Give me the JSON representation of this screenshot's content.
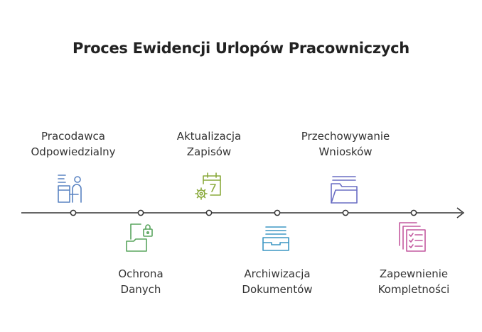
{
  "title": "Proces Ewidencji Urlopów Pracowniczych",
  "steps": [
    {
      "lines": [
        "Pracodawca",
        "Odpowiedzialny"
      ],
      "icon": "desk-worker-icon",
      "color": "#5a83c2"
    },
    {
      "lines": [
        "Ochrona",
        "Danych"
      ],
      "icon": "folder-lock-icon",
      "color": "#5aa55f"
    },
    {
      "lines": [
        "Aktualizacja",
        "Zapisów"
      ],
      "icon": "calendar-gear-icon",
      "color": "#8aaa3c"
    },
    {
      "lines": [
        "Archiwizacja",
        "Dokumentów"
      ],
      "icon": "archive-drawer-icon",
      "color": "#3d97c4"
    },
    {
      "lines": [
        "Przechowywanie",
        "Wniosków"
      ],
      "icon": "open-folder-icon",
      "color": "#6a6ec4"
    },
    {
      "lines": [
        "Zapewnienie",
        "Kompletności"
      ],
      "icon": "checklist-icon",
      "color": "#c45aa0"
    }
  ],
  "colors": {
    "line": "#333333",
    "title": "#222222"
  }
}
